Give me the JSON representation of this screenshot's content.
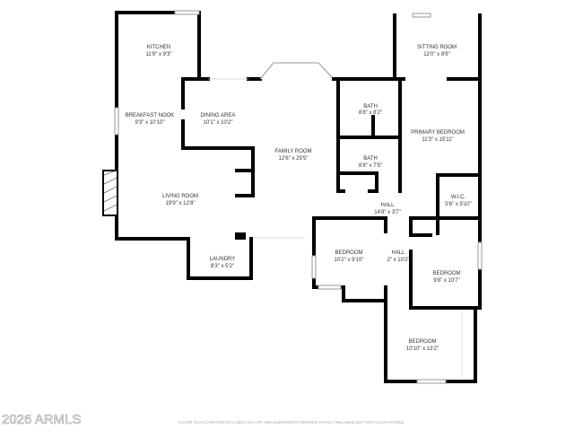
{
  "rooms": [
    {
      "name": "KITCHEN",
      "size": "11'9\" x 9'3\""
    },
    {
      "name": "BREAKFAST NOOK",
      "size": "9'3\" x 10'10\""
    },
    {
      "name": "DINING AREA",
      "size": "10'1\" x 10'2\""
    },
    {
      "name": "FAMILY ROOM",
      "size": "12'6\" x 25'5\""
    },
    {
      "name": "LIVING ROOM",
      "size": "19'9\" x 12'8\""
    },
    {
      "name": "LAUNDRY",
      "size": "8'3\" x 5'2\""
    },
    {
      "name": "SITTING ROOM",
      "size": "12'0\" x 8'9\""
    },
    {
      "name": "BATH",
      "size": "8'8\" x 8'2\""
    },
    {
      "name": "BATH",
      "size": "8'8\" x 7'5\""
    },
    {
      "name": "PRIMARY BEDROOM",
      "size": "11'3\" x 15'11\""
    },
    {
      "name": "W.I.C.",
      "size": "5'6\" x 5'10\""
    },
    {
      "name": "HALL",
      "size": "14'8\" x 3'7\""
    },
    {
      "name": "BEDROOM",
      "size": "10'2\" x 9'10\""
    },
    {
      "name": "HALL",
      "size": "2\" x 10'2\""
    },
    {
      "name": "BEDROOM",
      "size": "9'8\" x 10'7\""
    },
    {
      "name": "BEDROOM",
      "size": "10'10\" x 13'2\""
    }
  ],
  "watermark": "2026 ARMLS",
  "disclaimer": "FLOOR PLAN CREATED BY CUBICASA APP. MEASUREMENTS DEEMED HIGHLY RELIABLE BUT NOT GUARANTEED."
}
